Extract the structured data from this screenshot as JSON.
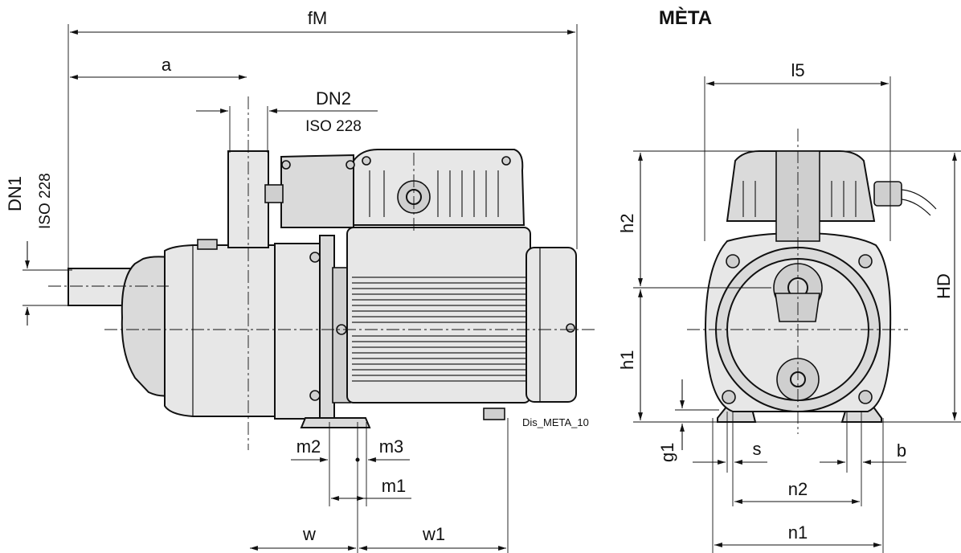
{
  "title": "MÈTA",
  "drawing_code": "Dis_META_10",
  "dimensions": {
    "fM": "fM",
    "a": "a",
    "dn2": "DN2",
    "dn2_standard": "ISO 228",
    "dn1": "DN1",
    "dn1_standard": "ISO 228",
    "m2": "m2",
    "m3": "m3",
    "m1": "m1",
    "w": "w",
    "w1": "w1",
    "l5": "l5",
    "h2": "h2",
    "h1": "h1",
    "hd": "HD",
    "g1": "g1",
    "s": "s",
    "b": "b",
    "n2": "n2",
    "n1": "n1"
  }
}
